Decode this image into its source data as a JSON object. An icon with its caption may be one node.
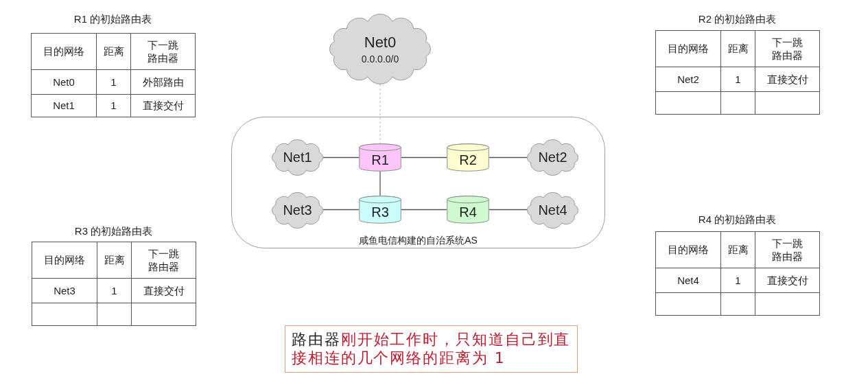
{
  "diagram": {
    "nodes": [
      {
        "text": [
          "Net0",
          "0.0.0.0/0"
        ]
      },
      {
        "text": [
          "咸鱼电信构建的自治系统AS"
        ]
      },
      {
        "text": [
          "Net1"
        ],
        "in": 1
      },
      {
        "text": [
          "R1"
        ],
        "in": 1
      },
      {
        "text": [
          "R2"
        ],
        "in": 1
      },
      {
        "text": [
          "Net2"
        ],
        "in": 1
      },
      {
        "text": [
          "Net3"
        ],
        "in": 1
      },
      {
        "text": [
          "R3"
        ],
        "in": 1
      },
      {
        "text": [
          "R4"
        ],
        "in": 1
      },
      {
        "text": [
          "Net4"
        ],
        "in": 1
      },
      {
        "text": [
          "路由器",
          "刚开始工作时，只知道自己到直接相连的几个网络的距离为 1"
        ]
      }
    ],
    "edges": [
      {
        "from": 0,
        "to": 3,
        "arrow": "none",
        "style": "dashed",
        "color": "#b0b0b0"
      },
      {
        "from": 2,
        "to": 3,
        "arrow": "none"
      },
      {
        "from": 3,
        "to": 4,
        "arrow": "none"
      },
      {
        "from": 4,
        "to": 5,
        "arrow": "none"
      },
      {
        "from": 3,
        "to": 7,
        "arrow": "none"
      },
      {
        "from": 6,
        "to": 7,
        "arrow": "none"
      },
      {
        "from": 7,
        "to": 8,
        "arrow": "none"
      },
      {
        "from": 8,
        "to": 9,
        "arrow": "none"
      }
    ],
    "labels": [
      "R1 的初始路由表",
      "目的网络",
      "距离",
      "下一跳路由器",
      "Net0",
      "1",
      "外部路由",
      "Net1",
      "1",
      "直接交付",
      "R2 的初始路由表",
      "目的网络",
      "距离",
      "下一跳路由器",
      "Net2",
      "1",
      "直接交付",
      "R3 的初始路由表",
      "目的网络",
      "距离",
      "下一跳路由器",
      "Net3",
      "1",
      "直接交付",
      "R4 的初始路由表",
      "目的网络",
      "距离",
      "下一跳路由器",
      "Net4",
      "1",
      "直接交付"
    ]
  }
}
